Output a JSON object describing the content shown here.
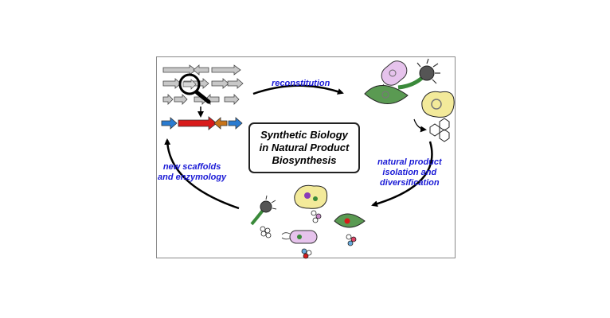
{
  "title_lines": [
    "Synthetic Biology",
    "in Natural Product",
    "Biosynthesis"
  ],
  "labels": {
    "reconstitution": "reconstitution",
    "isolation": [
      "natural product",
      "isolation and",
      "diversification"
    ],
    "scaffolds": [
      "new scaffolds",
      "and enzymology"
    ]
  },
  "colors": {
    "label_text": "#1a1ad6",
    "gene_blue": "#2a7bd0",
    "gene_red": "#d81a1a",
    "gene_orange": "#c8741a",
    "gene_gray": "#c8c8c8",
    "yeast": "#f3ea9a",
    "bacterium": "#e6c3ec",
    "leaf": "#5a9a52"
  },
  "icons": [
    "magnifier-icon",
    "gene-cluster",
    "bacterium-icon",
    "fungus-icon",
    "yeast-icon",
    "leaf-icon",
    "molecule-icon",
    "cycle-arrow"
  ]
}
